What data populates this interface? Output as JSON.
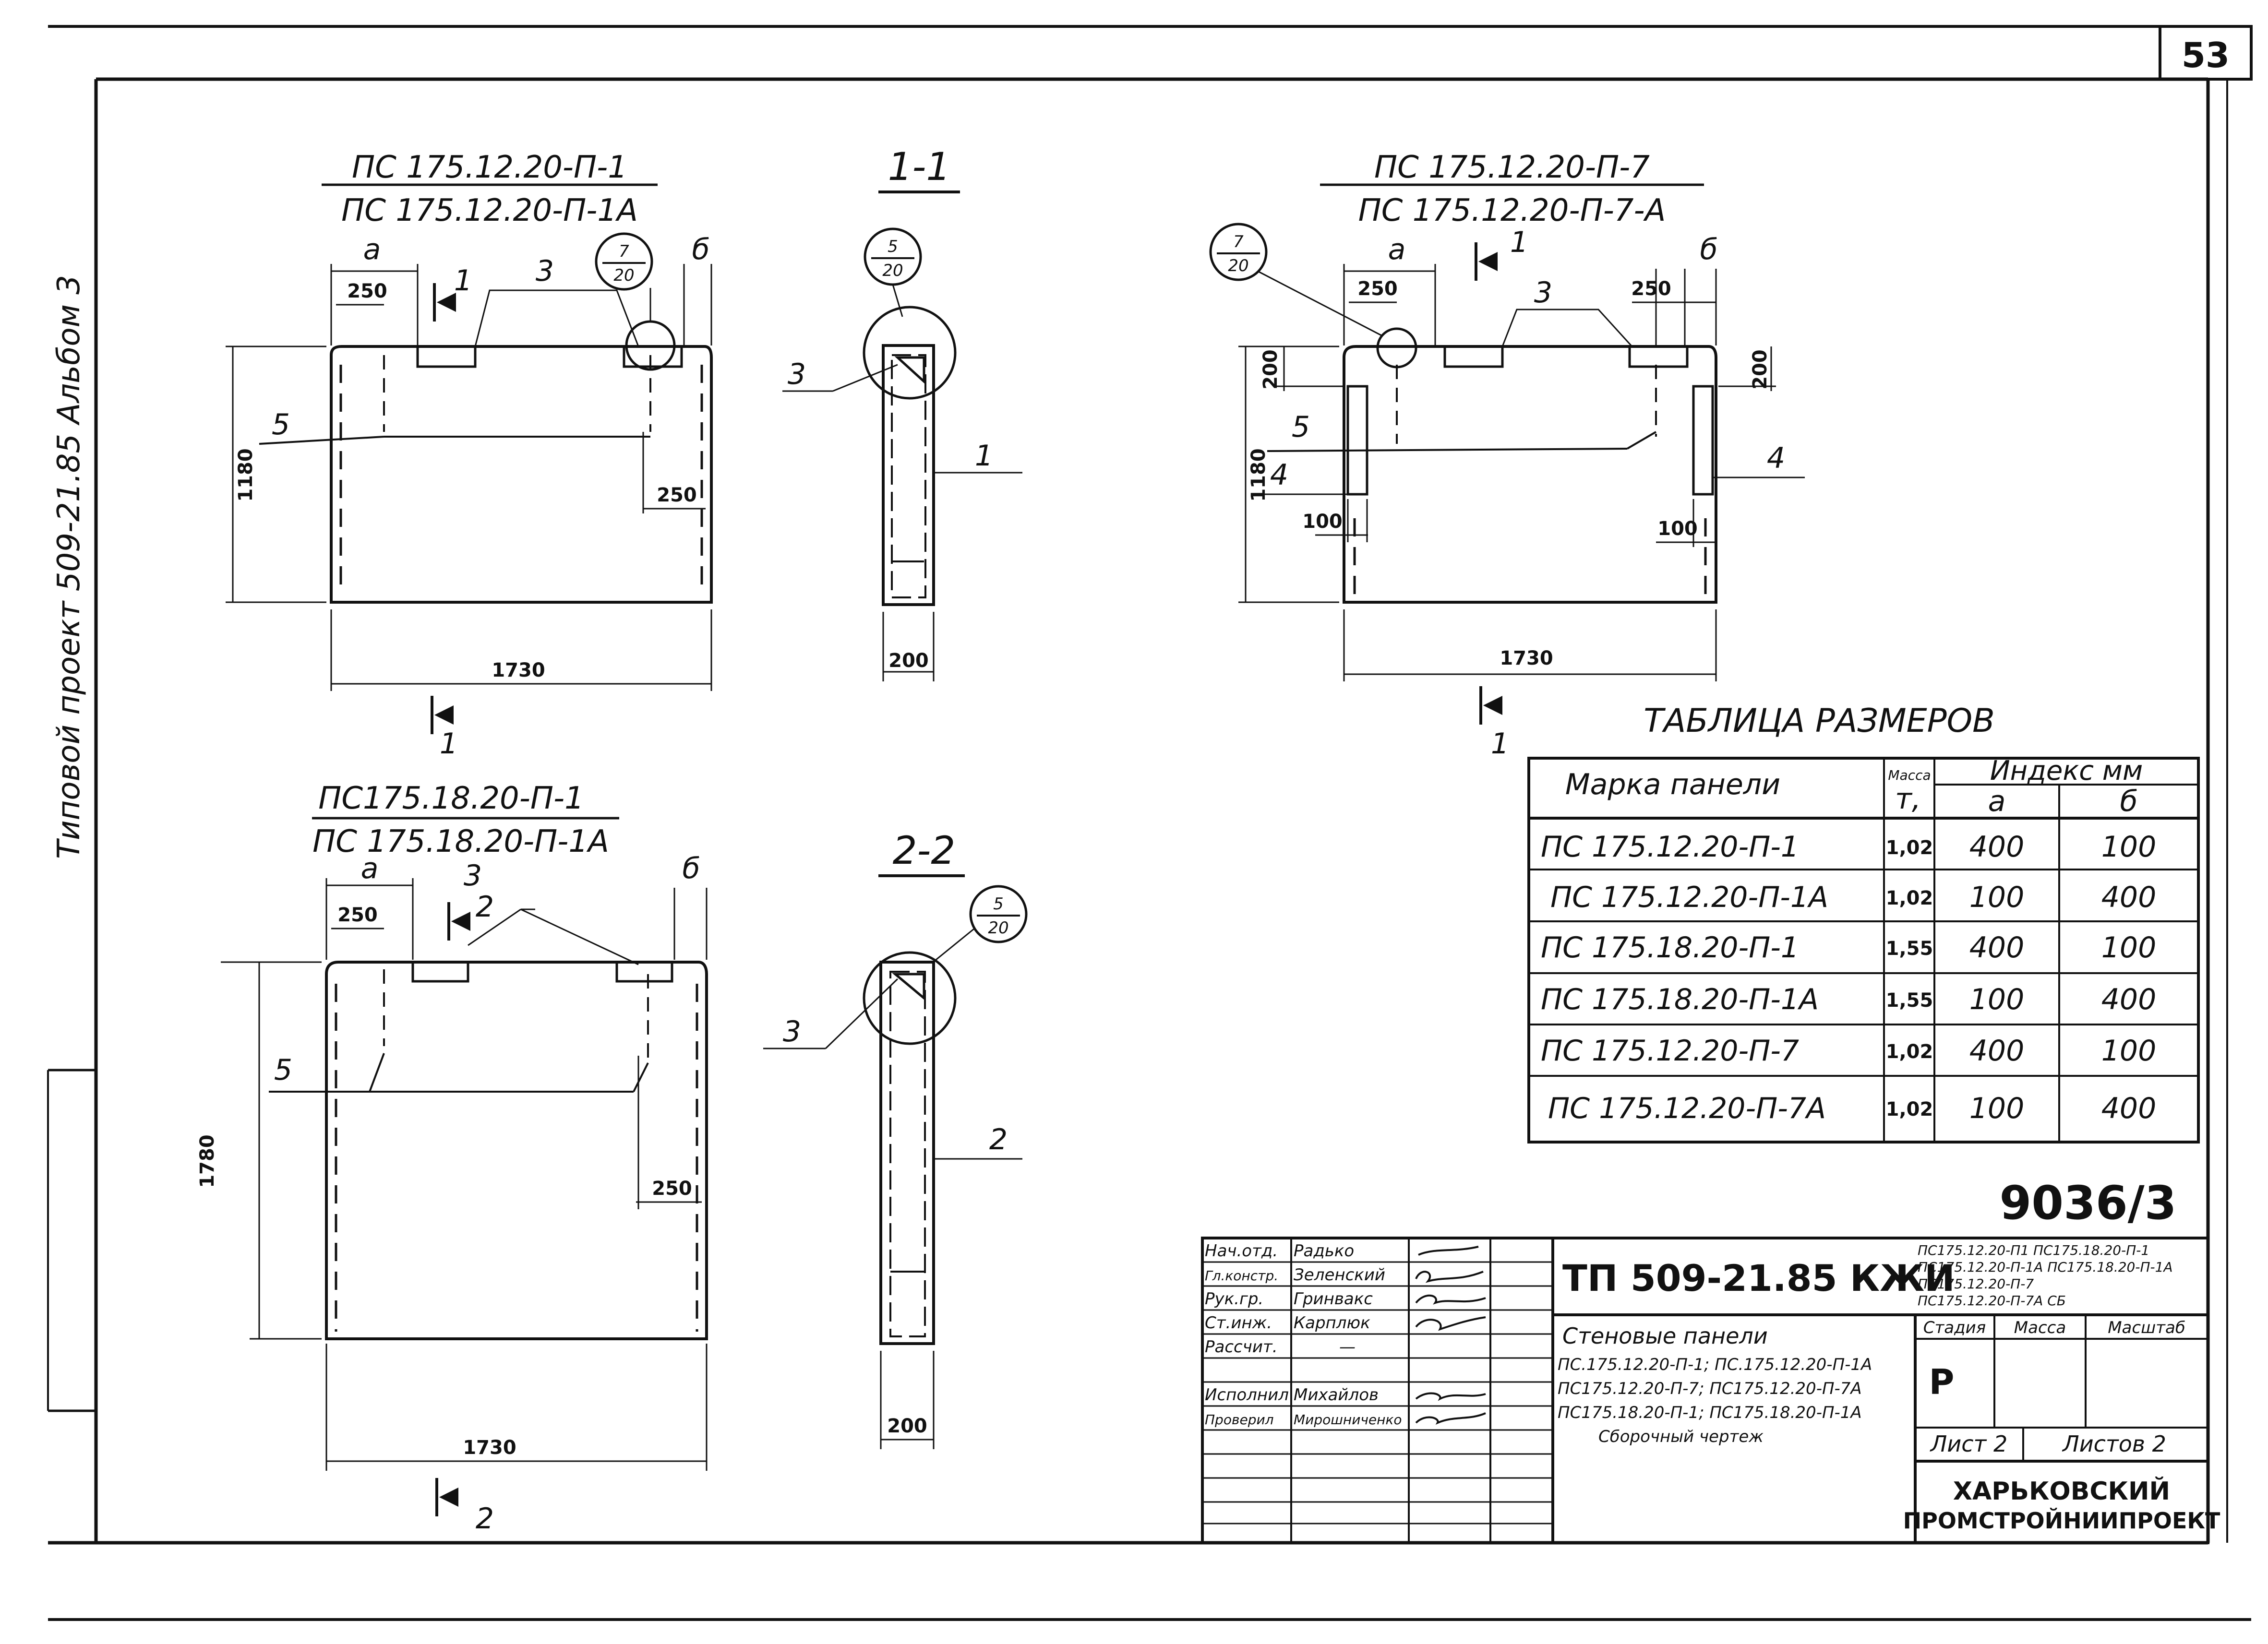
{
  "page_number": "53",
  "side_label": "Типовой проект 509-21.85 Альбом 3",
  "sheet_code": "9036/3",
  "views": {
    "top_left": {
      "title1": "ПС 175.12.20-П-1",
      "title2": "ПС 175.12.20-П-1А",
      "a": "а",
      "b": "б",
      "d250_top": "250",
      "d250_right": "250",
      "width": "1730",
      "height": "1180",
      "label_3": "3",
      "label_5": "5",
      "cut": "1",
      "callout_top": "7",
      "callout_bottom": "20"
    },
    "section_1": {
      "title": "1-1",
      "callout_top": "5",
      "callout_bottom": "20",
      "label_3": "3",
      "label_1": "1",
      "width": "200"
    },
    "top_right": {
      "title1": "ПС 175.12.20-П-7",
      "title2": "ПС 175.12.20-П-7-А",
      "a": "а",
      "b": "б",
      "d250_left": "250",
      "d250_right": "250",
      "d200_left": "200",
      "d200_right": "200",
      "d100_left": "100",
      "d100_right": "100",
      "width": "1730",
      "height": "1180",
      "label_3": "3",
      "label_4l": "4",
      "label_4r": "4",
      "label_5": "5",
      "cut": "1",
      "callout_top": "7",
      "callout_bottom": "20"
    },
    "bottom_left": {
      "title1": "ПС175.18.20-П-1",
      "title2": "ПС 175.18.20-П-1А",
      "a": "а",
      "b": "б",
      "d250_top": "250",
      "d250_right": "250",
      "width": "1730",
      "height": "1780",
      "label_3": "3",
      "label_5": "5",
      "cut": "2"
    },
    "section_2": {
      "title": "2-2",
      "callout_top": "5",
      "callout_bottom": "20",
      "label_3": "3",
      "label_2": "2",
      "width": "200"
    }
  },
  "size_table": {
    "title": "ТАБЛИЦА РАЗМЕРОВ",
    "headers": {
      "mark": "Марка панели",
      "mass_top": "Масса",
      "mass_bottom": "т,",
      "index": "Индекс мм",
      "a": "а",
      "b": "б"
    },
    "rows": [
      {
        "mark": "ПС 175.12.20-П-1",
        "mass": "1,02",
        "a": "400",
        "b": "100"
      },
      {
        "mark": "ПС 175.12.20-П-1А",
        "mass": "1,02",
        "a": "100",
        "b": "400"
      },
      {
        "mark": "ПС 175.18.20-П-1",
        "mass": "1,55",
        "a": "400",
        "b": "100"
      },
      {
        "mark": "ПС 175.18.20-П-1А",
        "mass": "1,55",
        "a": "100",
        "b": "400"
      },
      {
        "mark": "ПС 175.12.20-П-7",
        "mass": "1,02",
        "a": "400",
        "b": "100"
      },
      {
        "mark": "ПС 175.12.20-П-7А",
        "mass": "1,02",
        "a": "100",
        "b": "400"
      }
    ]
  },
  "title_block": {
    "roles": [
      {
        "role": "Нач.отд.",
        "name": "Радько"
      },
      {
        "role": "Гл.констр.",
        "name": "Зеленский"
      },
      {
        "role": "Рук.гр.",
        "name": "Гринвакс"
      },
      {
        "role": "Ст.инж.",
        "name": "Карплюк"
      },
      {
        "role": "Рассчит.",
        "name": "—"
      },
      {
        "role": "Исполнил",
        "name": "Михайлов"
      },
      {
        "role": "Проверил",
        "name": "Мирошниченко"
      }
    ],
    "project": "ТП 509-21.85 КЖИ",
    "marks": [
      "ПС175.12.20-П1  ПС175.18.20-П-1",
      "ПС175.12.20-П-1А ПС175.18.20-П-1А",
      "ПС175.12.20-П-7",
      "ПС175.12.20-П-7А          СБ"
    ],
    "description": [
      "Стеновые панели",
      "ПС.175.12.20-П-1; ПС.175.12.20-П-1А",
      "ПС175.12.20-П-7; ПС175.12.20-П-7А",
      "ПС175.18.20-П-1; ПС175.18.20-П-1А",
      "Сборочный чертеж"
    ],
    "stage_label": "Стадия",
    "mass_label": "Масса",
    "scale_label": "Масштаб",
    "stage_value": "Р",
    "sheet": "Лист 2",
    "sheets": "Листов 2",
    "org1": "ХАРЬКОВСКИЙ",
    "org2": "ПРОМСТРОЙНИИПРОЕКТ"
  }
}
